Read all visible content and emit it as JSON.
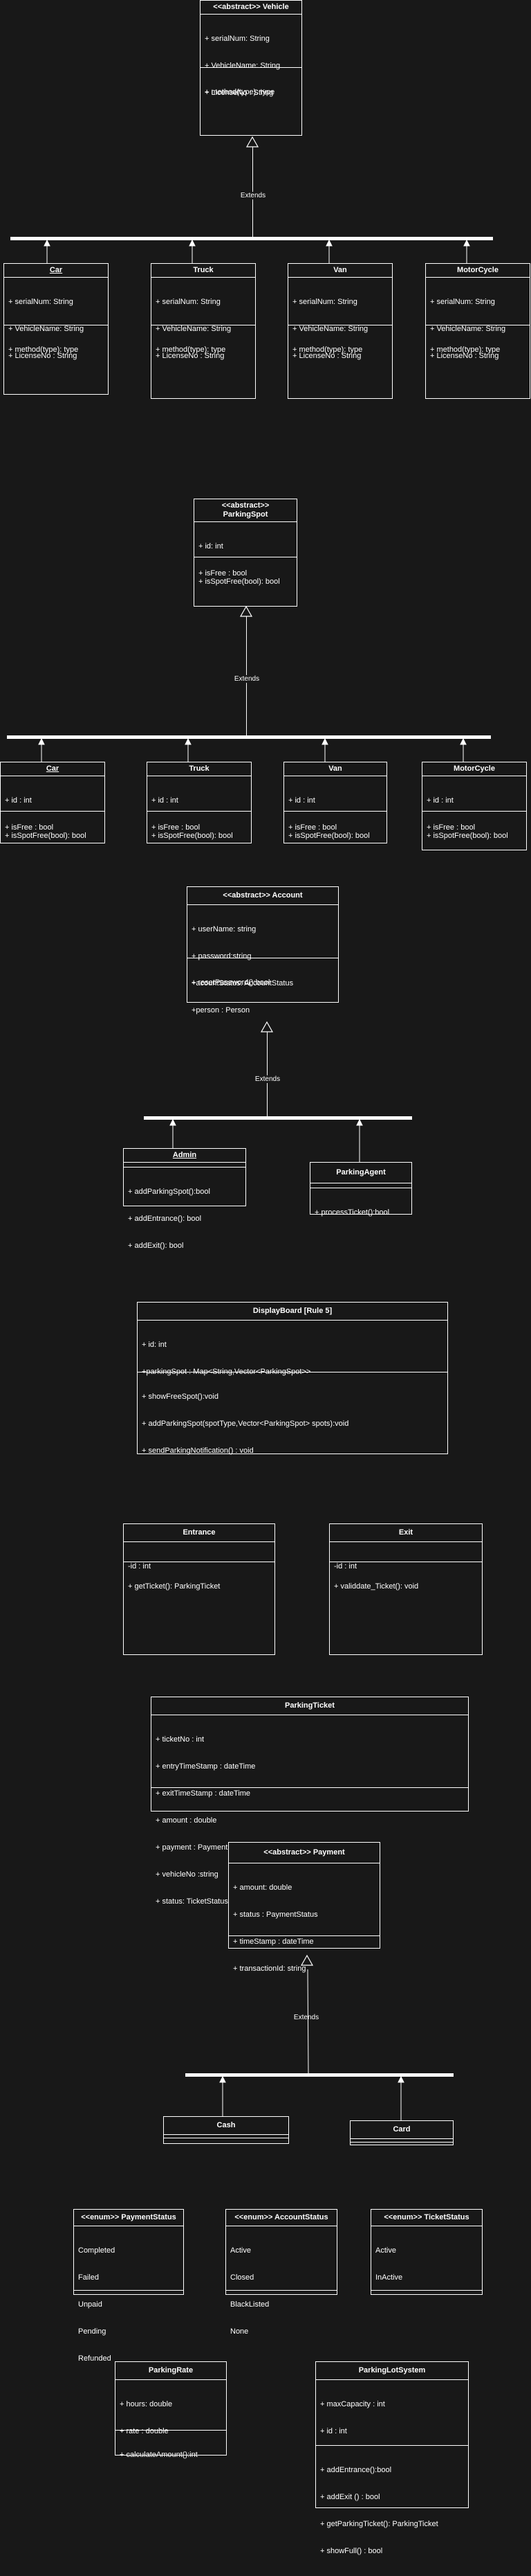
{
  "vehicle": {
    "base": {
      "title": "<<abstract>> Vehicle",
      "attrs": [
        "+ serialNum: String",
        "+ VehicleName: String",
        "+ LicenseNo : String"
      ],
      "methods": [
        "+ method(type): type"
      ]
    },
    "extends_label": "Extends",
    "children": [
      {
        "title": "Car",
        "attrs": [
          "+ serialNum: String",
          "+ VehicleName: String",
          "+ LicenseNo : String"
        ],
        "methods": [
          "+ method(type): type"
        ]
      },
      {
        "title": "Truck",
        "attrs": [
          "+ serialNum: String",
          "+ VehicleName: String",
          "+ LicenseNo : String"
        ],
        "methods": [
          "+ method(type): type"
        ]
      },
      {
        "title": "Van",
        "attrs": [
          "+ serialNum: String",
          "+ VehicleName: String",
          "+ LicenseNo : String"
        ],
        "methods": [
          "+ method(type): type"
        ]
      },
      {
        "title": "MotorCycle",
        "attrs": [
          "+ serialNum: String",
          "+ VehicleName: String",
          "+ LicenseNo : String"
        ],
        "methods": [
          "+ method(type): type"
        ]
      }
    ]
  },
  "spot": {
    "base": {
      "title": "<<abstract>>\nParkingSpot",
      "attrs": [
        "+ id: int",
        "+ isFree : bool"
      ],
      "methods": [
        "+ isSpotFree(bool): bool"
      ]
    },
    "extends_label": "Extends",
    "children": [
      {
        "title": "Car",
        "attrs": [
          "+ id : int",
          "+ isFree : bool"
        ],
        "methods": [
          "+ isSpotFree(bool): bool"
        ]
      },
      {
        "title": "Truck",
        "attrs": [
          "+ id : int",
          "+ isFree : bool"
        ],
        "methods": [
          "+ isSpotFree(bool): bool"
        ]
      },
      {
        "title": "Van",
        "attrs": [
          "+ id : int",
          "+ isFree : bool"
        ],
        "methods": [
          "+ isSpotFree(bool): bool"
        ]
      },
      {
        "title": "MotorCycle",
        "attrs": [
          "+ id : int",
          "+ isFree : bool"
        ],
        "methods": [
          "+ isSpotFree(bool): bool"
        ]
      }
    ]
  },
  "account": {
    "base": {
      "title": "<<abstract>> Account",
      "attrs": [
        "+ userName: string",
        "+ password:string",
        "+acountStatus: AccountStatus",
        "+person : Person"
      ],
      "methods": [
        "+ resetPassword():bool"
      ]
    },
    "extends_label": "Extends",
    "children": [
      {
        "title": "Admin",
        "attrs": [],
        "methods": [
          "+ addParkingSpot():bool",
          "+ addEntrance(): bool",
          "+ addExit(): bool"
        ]
      },
      {
        "title": "ParkingAgent",
        "attrs": [],
        "methods": [
          "+ processTicket():bool"
        ]
      }
    ]
  },
  "display_board": {
    "title": "DisplayBoard [Rule 5]",
    "attrs": [
      "+ id: int",
      "+parkingSpot : Map<String,Vector<ParkingSpot>>"
    ],
    "methods": [
      "+ showFreeSpot():void",
      "+ addParkingSpot(spotType,Vector<ParkingSpot> spots):void",
      "+ sendParkingNotification() : void"
    ]
  },
  "entrance": {
    "title": "Entrance",
    "attrs": [
      "-id : int"
    ],
    "methods": [
      "+ getTicket(): ParkingTicket"
    ]
  },
  "exit": {
    "title": "Exit",
    "attrs": [
      "-id : int"
    ],
    "methods": [
      "+ validdate_Ticket(): void"
    ]
  },
  "ticket": {
    "title": "ParkingTicket",
    "attrs": [
      "+ ticketNo : int",
      "+ entryTimeStamp : dateTime",
      "+ exitTimeStamp : dateTime",
      "+ amount : double",
      "+ payment : Payment",
      "+ vehicleNo :string",
      "+ status: TicketStatus"
    ],
    "methods": []
  },
  "payment": {
    "base": {
      "title": "<<abstract>> Payment",
      "attrs": [
        "+ amount: double",
        "+ status : PaymentStatus",
        "+ timeStamp : dateTime",
        "+ transactionId: string"
      ],
      "methods": []
    },
    "extends_label": "Extends",
    "children": [
      {
        "title": "Cash",
        "attrs": [],
        "methods": []
      },
      {
        "title": "Card",
        "attrs": [],
        "methods": []
      }
    ]
  },
  "enums": [
    {
      "title": "<<enum>> PaymentStatus",
      "values": [
        "Completed",
        "Failed",
        "Unpaid",
        "Pending",
        "Refunded"
      ]
    },
    {
      "title": "<<enum>> AccountStatus",
      "values": [
        "Active",
        "Closed",
        "BlackListed",
        "None"
      ]
    },
    {
      "title": "<<enum>> TicketStatus",
      "values": [
        "Active",
        "InActive"
      ]
    }
  ],
  "rate": {
    "title": "ParkingRate",
    "attrs": [
      "+ hours: double",
      "+ rate : double"
    ],
    "methods": [
      "+ calculateAmount():int"
    ]
  },
  "lot": {
    "title": "ParkingLotSystem",
    "attrs": [
      "+ maxCapacity : int",
      "+ id : int"
    ],
    "methods": [
      "+ addEntrance():bool",
      "+ addExit () : bool",
      "+ getParkingTicket(): ParkingTicket",
      "+ showFull() : bool"
    ]
  }
}
